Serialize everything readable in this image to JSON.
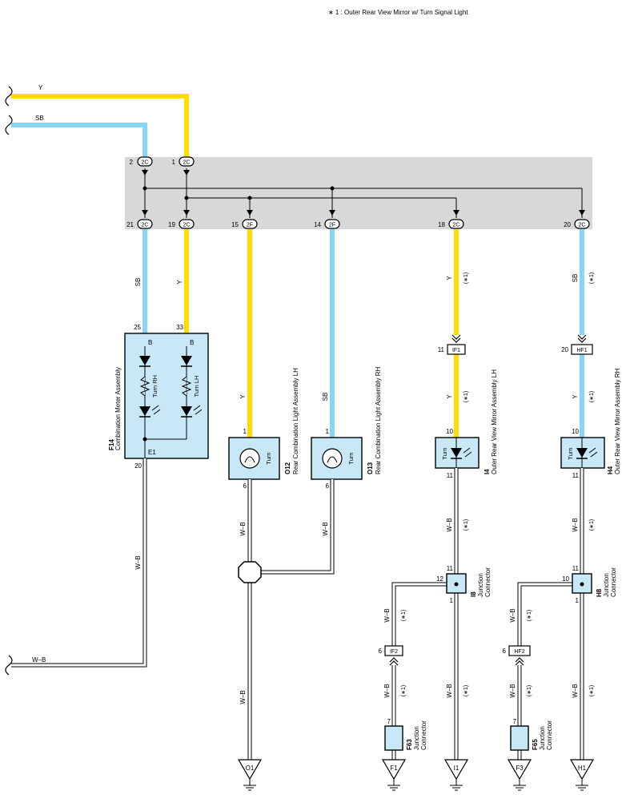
{
  "footnote": "∗ 1 : Outer Rear View Mirror w/ Turn Signal Light",
  "colors": {
    "yellow": "#ffdd00",
    "blue": "#8ad4f4",
    "junction_box": "#d8d8da",
    "component": "#c8e8f8"
  },
  "inputs": {
    "y_label": "Y",
    "sb_label": "SB",
    "wb_label": "W–B"
  },
  "pins": {
    "in_2": "2",
    "in_1": "1",
    "p21": "21",
    "p19": "19",
    "p15": "15",
    "p14": "14",
    "p18": "18",
    "p20": "20",
    "c_2c": "2C",
    "c_2f": "2F"
  },
  "wires": {
    "sb": "SB",
    "y": "Y",
    "wb": "W–B",
    "star": "(∗1)"
  },
  "meter": {
    "code": "F14",
    "name": "Combination Meter Assembly",
    "pin_a": "25",
    "pin_b": "33",
    "pin_a_label": "B",
    "pin_b_label": "B",
    "turn_rh": "Turn RH",
    "turn_lh": "Turn LH",
    "e1": "E1",
    "pin_e1": "20"
  },
  "o12": {
    "code": "O12",
    "name": "Rear Combination Light Assembly LH",
    "pin_in": "1",
    "pin_out": "6",
    "label": "Turn"
  },
  "o13": {
    "code": "O13",
    "name": "Rear Combination Light Assembly RH",
    "pin_in": "1",
    "pin_out": "6",
    "label": "Turn"
  },
  "if1": {
    "pin": "11",
    "label": "IF1"
  },
  "hf1": {
    "pin": "20",
    "label": "HF1"
  },
  "i4": {
    "code": "I4",
    "name": "Outer Rear View Mirror Assembly LH",
    "pin_in": "10",
    "pin_out": "11",
    "label": "Turn"
  },
  "h4": {
    "code": "H4",
    "name": "Outer Rear View Mirror Assembly RH",
    "pin_in": "10",
    "pin_out": "11",
    "label": "Turn"
  },
  "i8": {
    "code": "I8",
    "name1": "Junction",
    "name2": "Connector",
    "pin_top": "11",
    "pin_left": "12",
    "pin_bottom": "1"
  },
  "h8": {
    "code": "H8",
    "name1": "Junction",
    "name2": "Connector",
    "pin_top": "11",
    "pin_left": "10",
    "pin_bottom": "1"
  },
  "if2": {
    "pin": "6",
    "label": "IF2"
  },
  "hf2": {
    "pin": "6",
    "label": "HF2"
  },
  "f63": {
    "code": "F63",
    "name1": "Junction",
    "name2": "Connector",
    "pin": "7"
  },
  "f65": {
    "code": "F65",
    "name1": "Junction",
    "name2": "Connector",
    "pin": "7"
  },
  "grounds": {
    "o1": "O1",
    "f1": "F1",
    "i1": "I1",
    "f3": "F3",
    "h1": "H1"
  }
}
